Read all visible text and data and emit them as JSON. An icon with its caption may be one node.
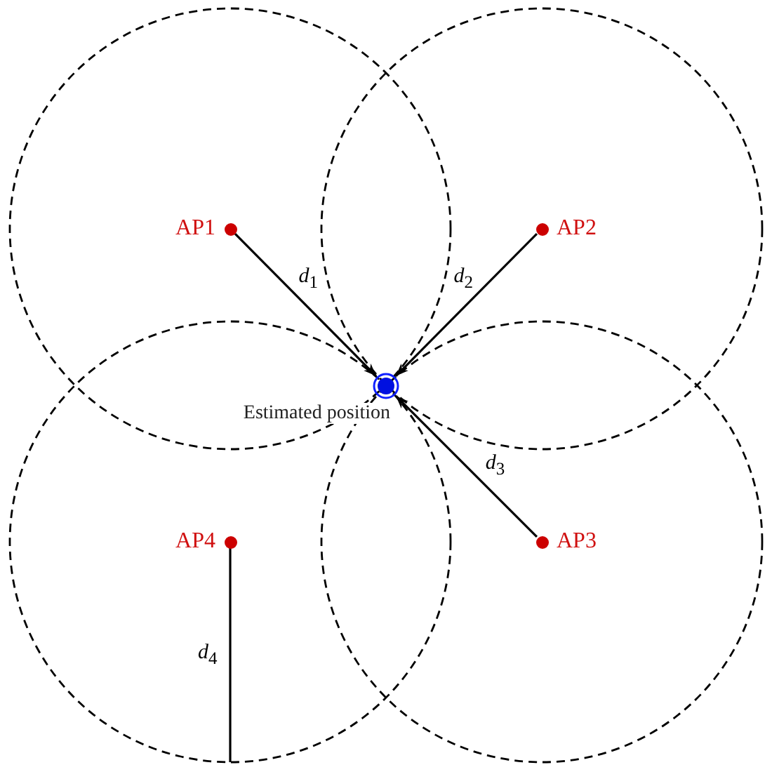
{
  "diagram": {
    "nodes": [
      {
        "text": [
          "AP1"
        ]
      },
      {
        "text": [
          "AP2"
        ]
      },
      {
        "text": [
          "Estimated position"
        ]
      },
      {
        "text": [
          "AP4"
        ]
      },
      {
        "text": [
          "AP3"
        ]
      }
    ],
    "edges": [
      {
        "from": 0,
        "to": 2,
        "arrow": "to",
        "label": "*d*$_{1}$"
      },
      {
        "from": 1,
        "to": 2,
        "arrow": "to",
        "label": "*d*$_{2}$"
      },
      {
        "from": 4,
        "to": 2,
        "arrow": "to",
        "label": "*d*$_{3}$"
      }
    ],
    "labels": [
      "*d*$_{4}$"
    ]
  }
}
